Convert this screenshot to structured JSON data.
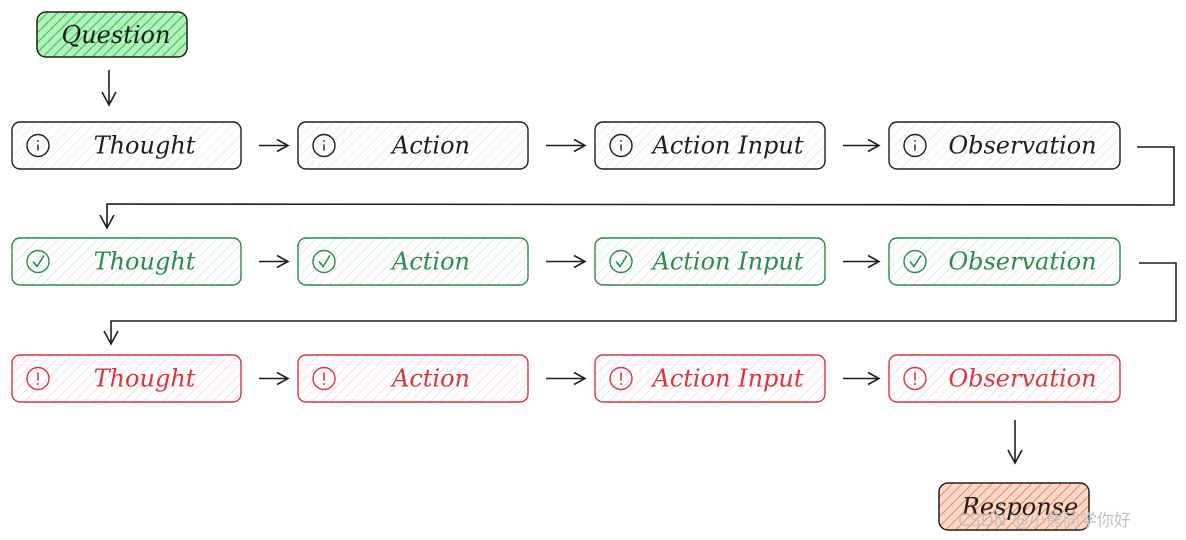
{
  "question": {
    "label": "Question"
  },
  "rows": [
    {
      "status": "info",
      "icon": "info-icon",
      "color": "#1e1e1e",
      "steps": [
        {
          "label": "Thought"
        },
        {
          "label": "Action"
        },
        {
          "label": "Action Input"
        },
        {
          "label": "Observation"
        }
      ]
    },
    {
      "status": "success",
      "icon": "check-circle-icon",
      "color": "#2f8a4b",
      "steps": [
        {
          "label": "Thought"
        },
        {
          "label": "Action"
        },
        {
          "label": "Action Input"
        },
        {
          "label": "Observation"
        }
      ]
    },
    {
      "status": "error",
      "icon": "alert-circle-icon",
      "color": "#d9363e",
      "steps": [
        {
          "label": "Thought"
        },
        {
          "label": "Action"
        },
        {
          "label": "Action Input"
        },
        {
          "label": "Observation"
        }
      ]
    }
  ],
  "response": {
    "label": "Response"
  },
  "watermark": "CSDN @小熊同学你好",
  "colors": {
    "question_fill": "#b2f2bb",
    "question_hatch": "#40c057",
    "response_fill": "#ffd8c8",
    "response_hatch": "#e8885a",
    "stroke": "#1e1e1e",
    "neutral_hatch": "#d0d0d0",
    "success_hatch": "#9fd3b0",
    "error_hatch": "#f3b3b6"
  }
}
